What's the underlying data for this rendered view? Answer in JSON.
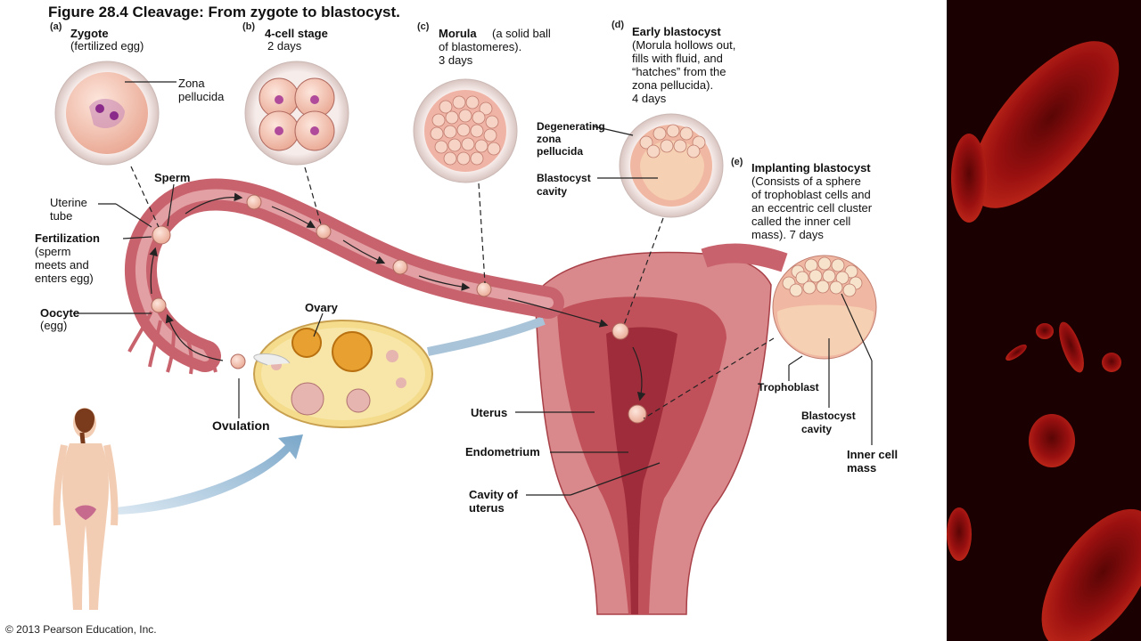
{
  "figure": {
    "title": "Figure 28.4  Cleavage: From zygote to blastocyst.",
    "copyright": "© 2013 Pearson Education, Inc."
  },
  "stages": [
    {
      "letter": "(a)",
      "name": "Zygote",
      "desc": "(fertilized egg)"
    },
    {
      "letter": "(b)",
      "name": "4-cell stage",
      "desc": "2 days"
    },
    {
      "letter": "(c)",
      "name": "Morula",
      "desc_inline": "(a solid ball",
      "desc": "of blastomeres).\n3 days"
    },
    {
      "letter": "(d)",
      "name": "Early blastocyst",
      "desc": "(Morula hollows out,\nfills with fluid, and\n“hatches” from the\nzona pellucida).\n4 days"
    },
    {
      "letter": "(e)",
      "name": "Implanting blastocyst",
      "desc": "(Consists of a sphere\nof trophoblast cells and\nan eccentric cell cluster\ncalled the inner cell\nmass). 7 days"
    }
  ],
  "labels": {
    "zona_pellucida": "Zona\npellucida",
    "sperm": "Sperm",
    "uterine_tube": "Uterine\ntube",
    "fertilization": "Fertilization",
    "fertilization_desc": "(sperm\nmeets and\nenters egg)",
    "oocyte": "Oocyte",
    "oocyte_desc": "(egg)",
    "ovary": "Ovary",
    "ovulation": "Ovulation",
    "degenerating_zona": "Degenerating\nzona\npellucida",
    "blastocyst_cavity_d": "Blastocyst\ncavity",
    "uterus": "Uterus",
    "endometrium": "Endometrium",
    "cavity_of_uterus": "Cavity of\nuterus",
    "trophoblast": "Trophoblast",
    "blastocyst_cavity_e": "Blastocyst\ncavity",
    "inner_cell_mass": "Inner cell\nmass"
  },
  "colors": {
    "tube": "#c8636d",
    "tube_inner": "#e3a0a4",
    "uterus": "#d98a8c",
    "uterus_dark": "#b5454f",
    "ovary": "#f4dc8c",
    "follicle": "#e8a030",
    "cell": "#f4c7b8",
    "zona": "#f2e4df",
    "nucleus": "#b04a9a",
    "right_panel_bg": "#1a0000",
    "blood_cell": "#8a0a0a"
  }
}
